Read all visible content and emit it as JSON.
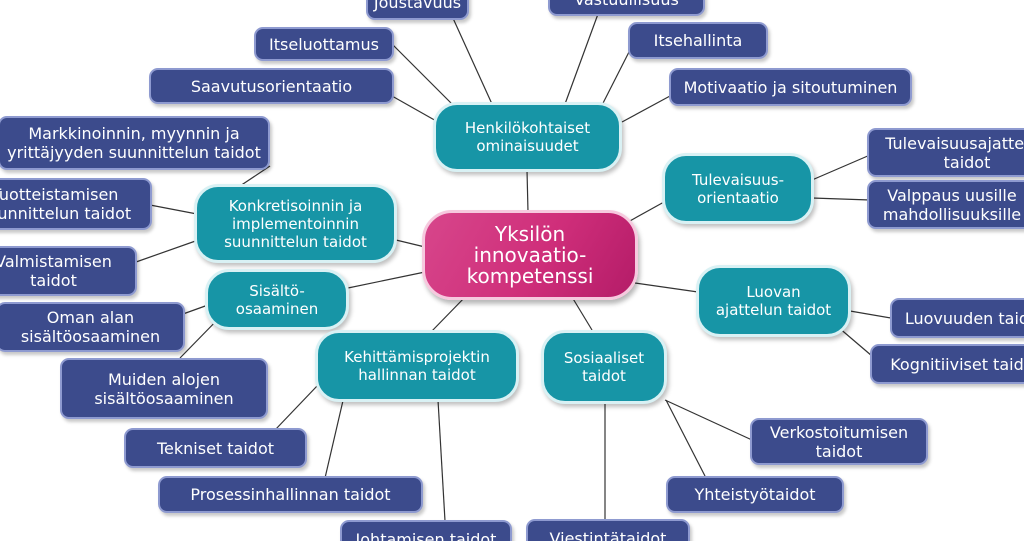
{
  "colors": {
    "leaf_fill": "#3c4b8c",
    "leaf_border": "#8e9ad0",
    "hub_fill": "#1795a6",
    "hub_border": "#d9f1f4",
    "center_fill": "#cf2e7a",
    "connector": "#333333"
  },
  "center": {
    "label": "Yksilön\ninnovaatio-\nkompetenssi"
  },
  "hubs": {
    "henkilokohtaiset": "Henkilökohtaiset\nominaisuudet",
    "tulevaisuus": "Tulevaisuus-\norientaatio",
    "konkretisointi": "Konkretisoinnin ja\nimplementoinnin\nsuunnittelun taidot",
    "sisalto": "Sisältö-\nosaaminen",
    "luova": "Luovan\najattelun taidot",
    "kehittamis": "Kehittämisprojektin\nhallinnan taidot",
    "sosiaaliset": "Sosiaaliset\ntaidot"
  },
  "leaves": {
    "joustavuus": "Joustavuus",
    "vastuullisuus": "Vastuullisuus",
    "itseluottamus": "Itseluottamus",
    "itsehallinta": "Itsehallinta",
    "saavutusorientaatio": "Saavutusorientaatio",
    "motivaatio": "Motivaatio ja sitoutuminen",
    "markkinoinnin": "Markkinoinnin, myynnin ja\nyrittäjyyden suunnittelun taidot",
    "tuotteistamisen": "Tuotteistamisen\nsuunnittelun taidot",
    "valmistamisen": "Valmistamisen\ntaidot",
    "oman_alan": "Oman alan\nsisältöosaaminen",
    "muiden_alojen": "Muiden alojen\nsisältöosaaminen",
    "tulevaisuusajattelu": "Tulevaisuusajattelun\ntaidot",
    "valppaus": "Valppaus uusille\nmahdollisuuksille",
    "luovuuden": "Luovuuden taidot",
    "kognitiiviset": "Kognitiiviset taidot",
    "verkostoitumisen": "Verkostoitumisen\ntaidot",
    "yhteistyotaidot": "Yhteistyötaidot",
    "viestintataidot": "Viestintätaidot",
    "tekniset": "Tekniset taidot",
    "prosessinhallinnan": "Prosessinhallinnan taidot",
    "johtamisen": "Johtamisen taidot"
  }
}
